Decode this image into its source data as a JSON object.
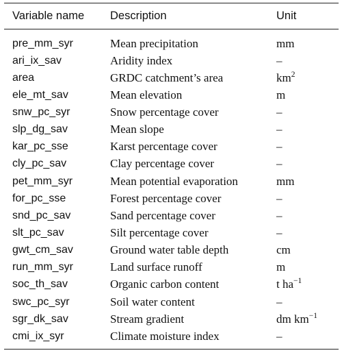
{
  "table": {
    "headers": [
      "Variable name",
      "Description",
      "Unit"
    ],
    "rows": [
      {
        "variable": "pre_mm_syr",
        "description": "Mean precipitation",
        "unit": "mm",
        "unit_sup": ""
      },
      {
        "variable": "ari_ix_sav",
        "description": "Aridity index",
        "unit": "–",
        "unit_sup": ""
      },
      {
        "variable": "area",
        "description": "GRDC catchment’s area",
        "unit": "km",
        "unit_sup": "2"
      },
      {
        "variable": "ele_mt_sav",
        "description": "Mean elevation",
        "unit": "m",
        "unit_sup": ""
      },
      {
        "variable": "snw_pc_syr",
        "description": "Snow percentage cover",
        "unit": "–",
        "unit_sup": ""
      },
      {
        "variable": "slp_dg_sav",
        "description": "Mean slope",
        "unit": "–",
        "unit_sup": ""
      },
      {
        "variable": "kar_pc_sse",
        "description": "Karst percentage cover",
        "unit": "–",
        "unit_sup": ""
      },
      {
        "variable": "cly_pc_sav",
        "description": "Clay percentage cover",
        "unit": "–",
        "unit_sup": ""
      },
      {
        "variable": "pet_mm_syr",
        "description": "Mean potential evaporation",
        "unit": "mm",
        "unit_sup": ""
      },
      {
        "variable": "for_pc_sse",
        "description": "Forest percentage cover",
        "unit": "–",
        "unit_sup": ""
      },
      {
        "variable": "snd_pc_sav",
        "description": "Sand percentage cover",
        "unit": "–",
        "unit_sup": ""
      },
      {
        "variable": "slt_pc_sav",
        "description": "Silt percentage cover",
        "unit": "–",
        "unit_sup": ""
      },
      {
        "variable": "gwt_cm_sav",
        "description": "Ground water table depth",
        "unit": "cm",
        "unit_sup": ""
      },
      {
        "variable": "run_mm_syr",
        "description": "Land surface runoff",
        "unit": "m",
        "unit_sup": ""
      },
      {
        "variable": "soc_th_sav",
        "description": "Organic carbon content",
        "unit": "t ha",
        "unit_sup": "−1"
      },
      {
        "variable": "swc_pc_syr",
        "description": "Soil water content",
        "unit": "–",
        "unit_sup": ""
      },
      {
        "variable": "sgr_dk_sav",
        "description": "Stream gradient",
        "unit": "dm km",
        "unit_sup": "−1"
      },
      {
        "variable": "cmi_ix_syr",
        "description": "Climate moisture index",
        "unit": "–",
        "unit_sup": ""
      }
    ]
  }
}
